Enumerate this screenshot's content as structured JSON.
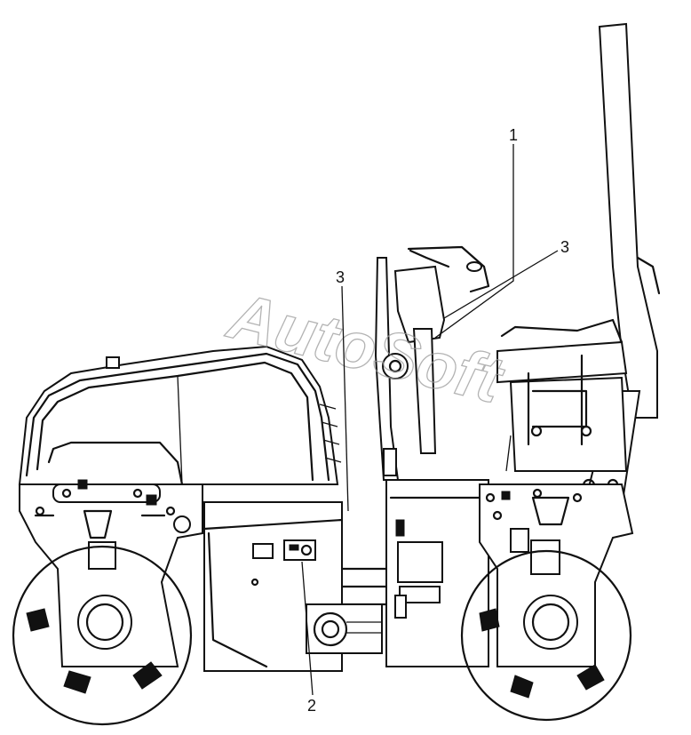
{
  "figure": {
    "callouts": [
      {
        "id": "c1",
        "label": "1"
      },
      {
        "id": "c2",
        "label": "2"
      },
      {
        "id": "c3a",
        "label": "3"
      },
      {
        "id": "c3b",
        "label": "3"
      }
    ],
    "watermark": "AutoSoft"
  }
}
